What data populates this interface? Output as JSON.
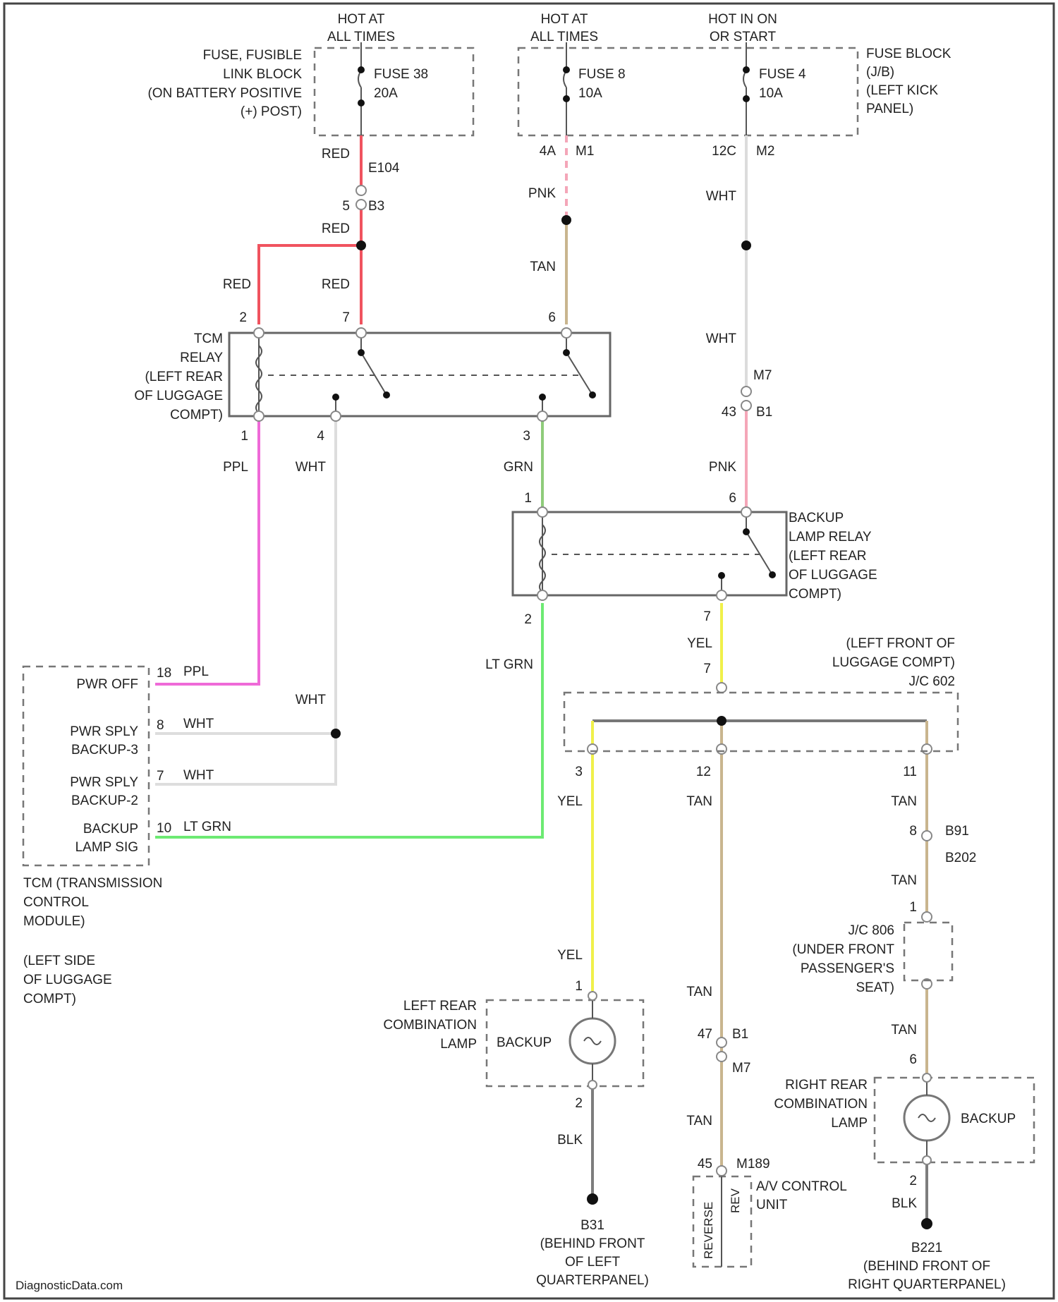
{
  "supply": {
    "hot1": [
      "HOT AT",
      "ALL TIMES"
    ],
    "hot2": [
      "HOT AT",
      "ALL TIMES"
    ],
    "hot3": [
      "HOT IN ON",
      "OR START"
    ],
    "fusible_block": [
      "FUSE, FUSIBLE",
      "LINK BLOCK",
      "(ON BATTERY POSITIVE",
      "(+) POST)"
    ],
    "fuse38": [
      "FUSE 38",
      "20A"
    ],
    "fuse_a": [
      "FUSE 8",
      "10A"
    ],
    "fuse_b": [
      "FUSE 4",
      "10A"
    ],
    "fuse_block": [
      "FUSE BLOCK",
      "(J/B)",
      "(LEFT KICK",
      "PANEL)"
    ]
  },
  "connectors": {
    "e104": "E104",
    "b3_num": "5",
    "b3": "B3",
    "m1_num": "4A",
    "m1": "M1",
    "m2_num": "12C",
    "m2": "M2",
    "m7": "M7",
    "b1_num": "43",
    "b1": "B1",
    "b91_num": "8",
    "b91": "B91",
    "b202": "B202",
    "b1b_num": "47",
    "b1b": "B1",
    "m7b": "M7",
    "m189_num": "45",
    "m189": "M189"
  },
  "wires": {
    "red": "RED",
    "pnk": "PNK",
    "tan": "TAN",
    "wht": "WHT",
    "ppl": "PPL",
    "grn": "GRN",
    "lt_grn": "LT GRN",
    "yel": "YEL",
    "blk": "BLK"
  },
  "pins": {
    "tcm_r_2": "2",
    "tcm_r_7": "7",
    "tcm_r_6": "6",
    "tcm_r_1": "1",
    "tcm_r_4": "4",
    "tcm_r_3": "3",
    "bl_1": "1",
    "bl_6": "6",
    "bl_2": "2",
    "bl_7": "7",
    "jc_in": "7",
    "jc_3": "3",
    "jc_12": "12",
    "jc_11": "11",
    "jc1_1": "1",
    "jc1_6": "6",
    "tcm_18": "18",
    "tcm_8": "8",
    "tcm_7": "7",
    "tcm_10": "10",
    "lr_1": "1",
    "lr_2": "2",
    "rr_2": "2"
  },
  "components": {
    "tcm_relay": [
      "TCM",
      "RELAY",
      "(LEFT REAR",
      "OF LUGGAGE",
      "COMPT)"
    ],
    "backup_relay": [
      "BACKUP",
      "LAMP RELAY",
      "(LEFT REAR",
      "OF LUGGAGE",
      "COMPT)"
    ],
    "jc_location": [
      "(LEFT FRONT OF",
      "LUGGAGE COMPT)"
    ],
    "jc602": "J/C 602",
    "jc_under": [
      "J/C 806",
      "(UNDER FRONT",
      "PASSENGER'S",
      "SEAT)"
    ],
    "tcm_pins": [
      "PWR OFF",
      "PWR SPLY",
      "BACKUP-3",
      "PWR SPLY",
      "BACKUP-2",
      "BACKUP",
      "LAMP SIG"
    ],
    "tcm": [
      "TCM (TRANSMISSION",
      "CONTROL",
      "MODULE)"
    ],
    "tcm_loc": [
      "(LEFT SIDE",
      "OF LUGGAGE",
      "COMPT)"
    ],
    "left_lamp": [
      "LEFT REAR",
      "COMBINATION",
      "LAMP"
    ],
    "right_lamp": [
      "RIGHT REAR",
      "COMBINATION",
      "LAMP"
    ],
    "backup": "BACKUP",
    "av_unit": [
      "A/V CONTROL",
      "UNIT"
    ],
    "reverse": "REVERSE",
    "rev": "REV"
  },
  "grounds": {
    "left": [
      "B31",
      "(BEHIND FRONT",
      "OF LEFT",
      "QUARTERPANEL)"
    ],
    "right": [
      "B221",
      "(BEHIND FRONT OF",
      "RIGHT QUARTERPANEL)"
    ]
  },
  "watermark": "DiagnosticData.com"
}
